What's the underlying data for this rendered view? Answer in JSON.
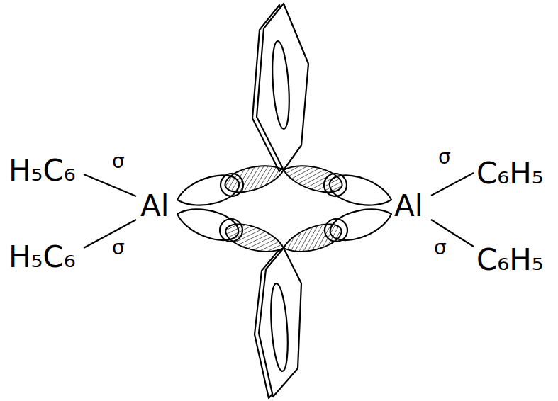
{
  "diagram": {
    "labels": [
      "H₅C₆",
      "σ",
      "σ",
      "C₆H₅",
      "Al",
      "Al",
      "H₅C₆",
      "σ",
      "σ",
      "C₆H₅"
    ]
  }
}
